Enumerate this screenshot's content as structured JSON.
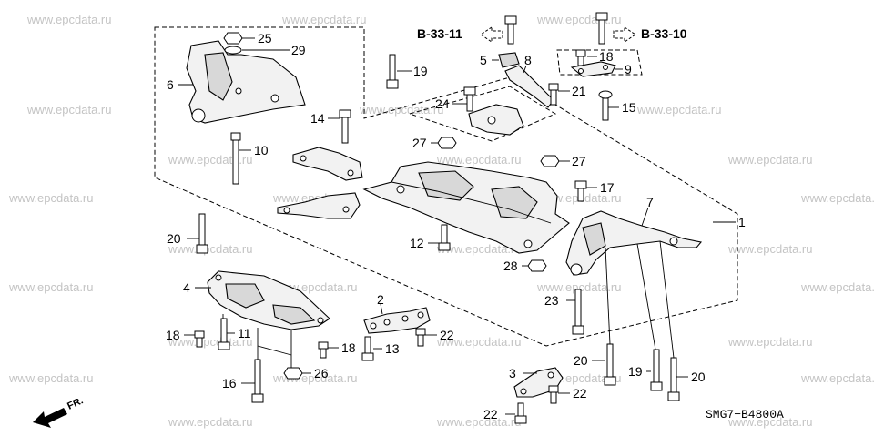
{
  "watermark": "www.epcdata.ru",
  "diagram_code": "SMG7−B4800A",
  "front_label": "FR.",
  "references": {
    "left": "B-33-11",
    "right": "B-33-10"
  },
  "callouts": {
    "c1": "1",
    "c2": "2",
    "c3": "3",
    "c4": "4",
    "c5": "5",
    "c6": "6",
    "c7": "7",
    "c8": "8",
    "c9": "9",
    "c10": "10",
    "c11": "11",
    "c12": "12",
    "c13": "13",
    "c14": "14",
    "c15": "15",
    "c16": "16",
    "c17": "17",
    "c18a": "18",
    "c18b": "18",
    "c18c": "18",
    "c19a": "19",
    "c19b": "19",
    "c20a": "20",
    "c20b": "20",
    "c20c": "20",
    "c21": "21",
    "c22a": "22",
    "c22b": "22",
    "c22c": "22",
    "c23": "23",
    "c24": "24",
    "c25": "25",
    "c26": "26",
    "c27a": "27",
    "c27b": "27",
    "c28": "28",
    "c29": "29"
  }
}
